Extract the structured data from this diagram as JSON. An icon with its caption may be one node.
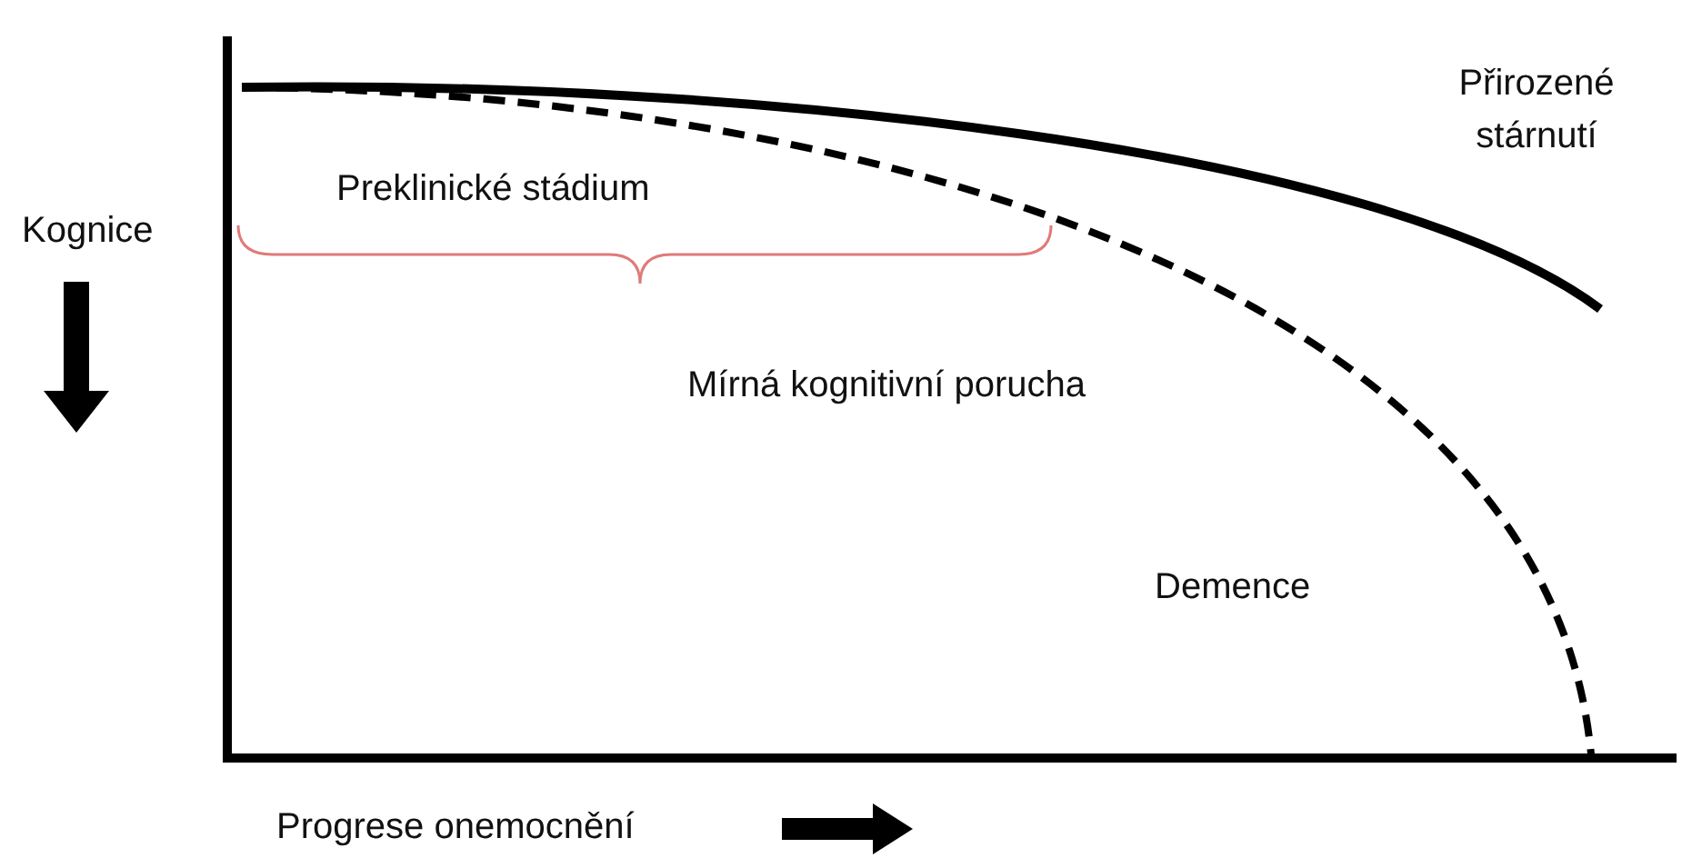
{
  "diagram": {
    "labels": [
      "Přirozené stárnutí",
      "Kognice",
      "Preklinické stádium",
      "Mírná kognitivní porucha",
      "Demence",
      "Progrese onemocnění"
    ]
  }
}
